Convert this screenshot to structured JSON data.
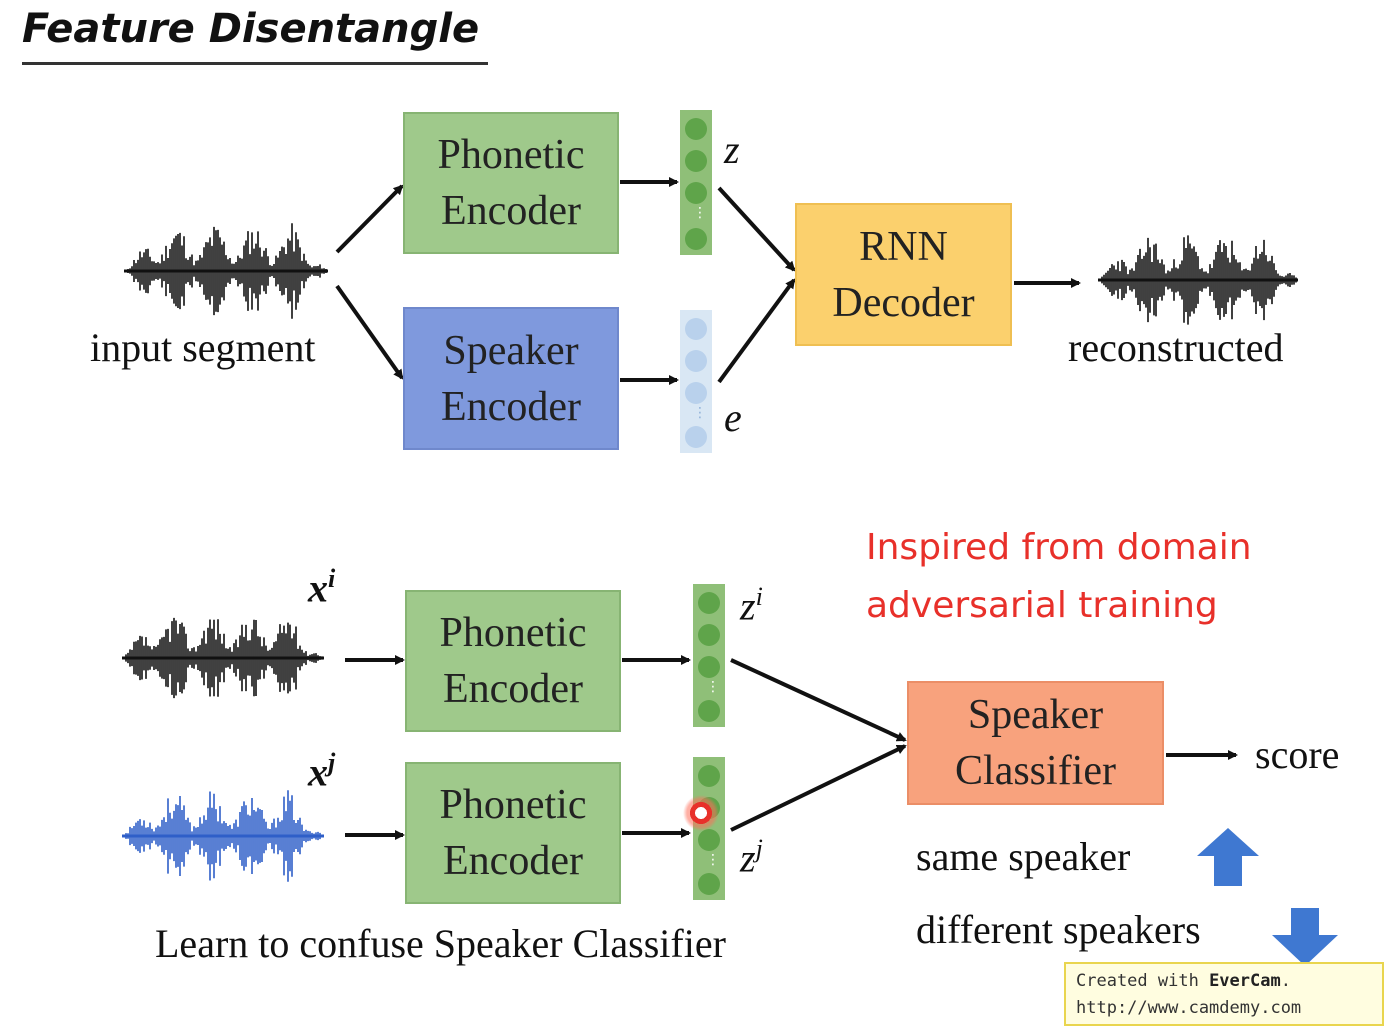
{
  "title": "Feature Disentangle",
  "top": {
    "phonetic_encoder": "Phonetic\nEncoder",
    "speaker_encoder": "Speaker\nEncoder",
    "rnn_decoder": "RNN\nDecoder",
    "input_label": "input segment",
    "output_label": "reconstructed",
    "z_label": "z",
    "e_label": "e"
  },
  "bottom": {
    "xi_base": "x",
    "xi_sup": "i",
    "xj_base": "x",
    "xj_sup": "j",
    "zi_base": "z",
    "zi_sup": "i",
    "zj_base": "z",
    "zj_sup": "j",
    "phonetic_encoder_1": "Phonetic\nEncoder",
    "phonetic_encoder_2": "Phonetic\nEncoder",
    "speaker_classifier": "Speaker\nClassifier",
    "score_label": "score",
    "same_speaker": "same speaker",
    "different_speakers": "different speakers",
    "confuse_caption": "Learn to confuse Speaker Classifier",
    "inspired_note": "Inspired from domain\nadversarial training"
  },
  "watermark": {
    "created_prefix": "Created with ",
    "brand": "EverCam",
    "brand_suffix": ".",
    "url": "http://www.camdemy.com"
  },
  "colors": {
    "phonetic_box": "#9fc98b",
    "speaker_box": "#7f99dd",
    "decoder_box": "#fbd06d",
    "classifier_box": "#f8a27d",
    "note_red": "#e8302a",
    "arrow_blue": "#3f78d1",
    "wave_black": "#111111",
    "wave_blue": "#2f5fc8"
  }
}
